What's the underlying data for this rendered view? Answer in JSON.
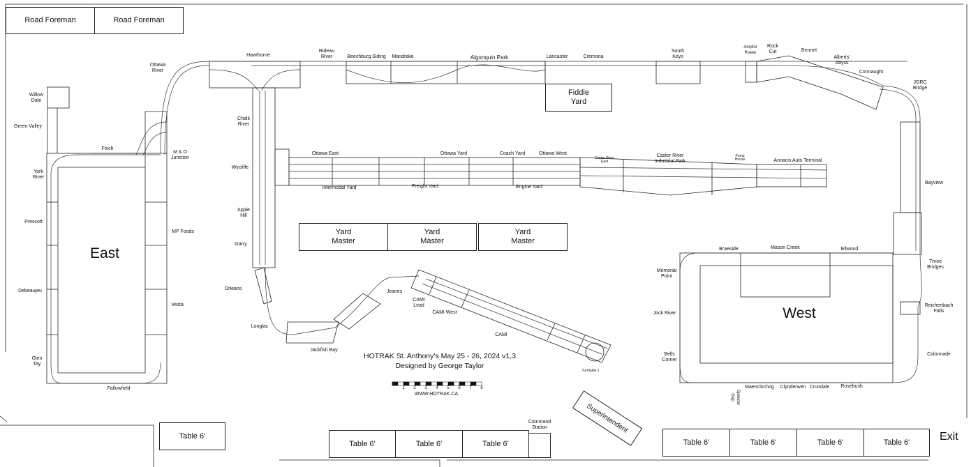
{
  "title_block": {
    "event": "HOTRAK St. Anthony's May 25 - 26, 2024 v1,3",
    "designer": "Designed by George Taylor",
    "website": "WWW.HOTRAK.CA",
    "scale_numbers": [
      "1",
      "2",
      "3",
      "4",
      "5",
      "6",
      "7",
      "8"
    ]
  },
  "sections": {
    "east": "East",
    "west": "West"
  },
  "stations": {
    "hawthorne": "Hawthorne",
    "rideau_river": "Rideau\nRiver",
    "beechburg_siding": "Beechburg Siding",
    "mandrake": "Mandrake",
    "algonquin_park": "Algonquin Park",
    "lancaster": "Lancaster",
    "cremona": "Cremona",
    "south_keys": "South\nKeys",
    "ampfor_power": "Ampfor\nPower",
    "rock_cut": "Rock\nCut",
    "bennet": "Bennet",
    "alberts_abyss": "Alberts'\nAbyss",
    "connaught": "Connaught",
    "jgrc_bridge": "JGRC\nBridge",
    "ottawa_river": "Ottawa\nRiver",
    "willow_dale": "Willow\nDale",
    "green_valley": "Green Valley",
    "finch": "Finch",
    "m_o_junction": "M & O\nJunction",
    "york_river": "York\nRiver",
    "prescott": "Prescott",
    "mp_foods": "MP Foods",
    "debeaujeu": "Debeaujeu",
    "vesta": "Vesta",
    "glen_tay": "Glen\nTay",
    "fallowfield": "Fallowfield",
    "chalk_river": "Chalk\nRiver",
    "wycliffe": "Wycliffe",
    "apple_hill": "Apple\nHill",
    "garry": "Garry",
    "orleans": "Orleans",
    "longlac": "Longlac",
    "jackfish_bay": "Jackfish Bay",
    "jeanes": "Jeanes",
    "cami_lead": "CAMI\nLead",
    "cami_west": "CAMI West",
    "cami": "CAMI",
    "turntable": "Turntable 1",
    "ottawa_east": "Ottawa East",
    "ottawa_yard": "Ottawa Yard",
    "coach_yard": "Coach Yard",
    "ottawa_west": "Ottawa West",
    "intermodal_yard": "Intermodal Yard",
    "freight_yard": "Freight Yard",
    "engine_yard": "Engine Yard",
    "castor_river_east": "Castor River\nEast",
    "castor_river_industrial_park": "Castor River\nIndustrial Park",
    "pump_house": "Pump\nHouse",
    "annacis_auto_terminal": "Annacis Auto Terminal",
    "bayview": "Bayview",
    "braeside": "Braeside",
    "mason_creek": "Mason Creek",
    "ellwood": "Ellwood",
    "three_bridges": "Three\nBridges",
    "memorial_point": "Memorial\nPoint",
    "jock_river": "Jock River",
    "reichenbach_falls": "Reichenbach\nFalls",
    "bells_corner": "Bells\nCorner",
    "colonnade": "Colonnade",
    "spencer_gap": "Spencer\nGap",
    "maenclochog": "Maenclochog",
    "clynderwen": "Clynderwen",
    "crundale": "Crundale",
    "rosebush": "Rosebush",
    "command_station": "Command\nStation"
  },
  "blocks": {
    "road_foreman_1": "Road Foreman",
    "road_foreman_2": "Road Foreman",
    "fiddle_yard": "Fiddle\nYard",
    "yard_master_1": "Yard\nMaster",
    "yard_master_2": "Yard\nMaster",
    "yard_master_3": "Yard\nMaster",
    "superintendent": "Superintendent",
    "exit": "Exit",
    "tables": [
      "Table 6'",
      "Table 6'",
      "Table 6'",
      "Table 6'",
      "Table 6'",
      "Table 6'",
      "Table 6'",
      "Table 6'"
    ]
  },
  "colors": {
    "line": "#222222",
    "track": "#333333",
    "background": "#ffffff"
  }
}
